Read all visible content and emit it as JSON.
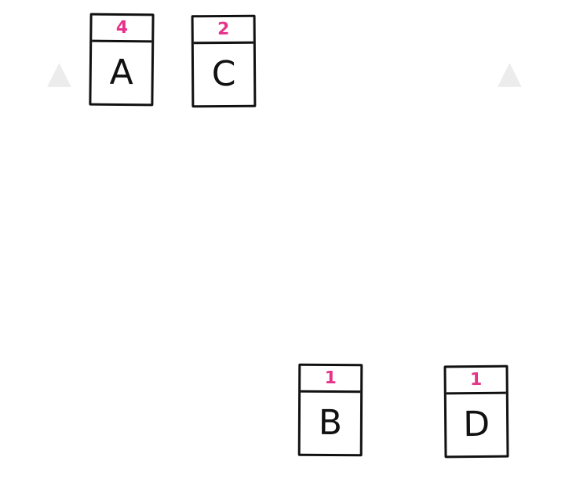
{
  "cards": [
    {
      "letter": "A",
      "count": "4"
    },
    {
      "letter": "C",
      "count": "2"
    },
    {
      "letter": "B",
      "count": "1"
    },
    {
      "letter": "D",
      "count": "1"
    }
  ],
  "colors": {
    "count_text": "#e6338a",
    "outline": "#111111",
    "background": "#ffffff"
  }
}
